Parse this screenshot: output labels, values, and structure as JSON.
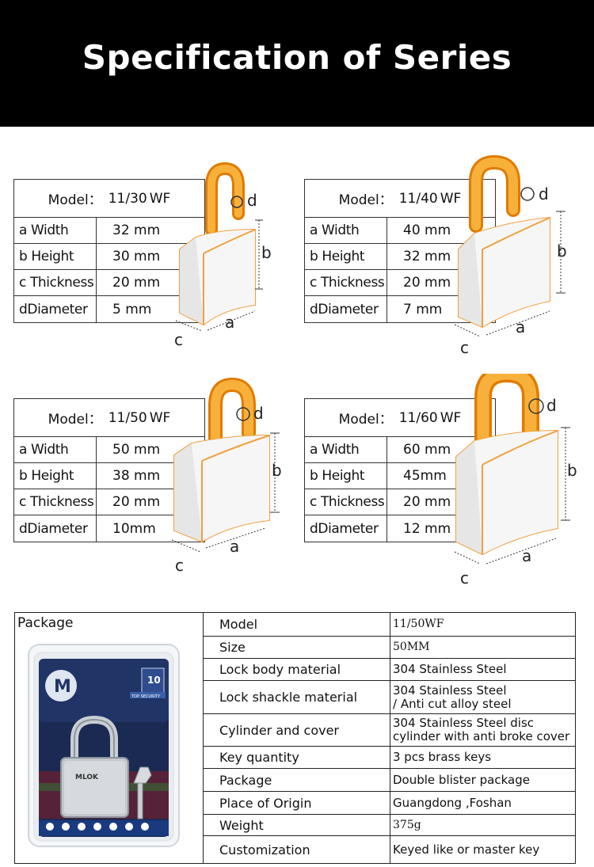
{
  "header": {
    "title": "Specification of Series"
  },
  "colors": {
    "shackle": "#f5a623",
    "shackle_dark": "#e07b00",
    "body_edge": "#f0a040",
    "banner": "#000000"
  },
  "dim_labels": {
    "a": "a",
    "b": "b",
    "c": "c",
    "d": "d"
  },
  "models": [
    {
      "model_label": "Model：",
      "model": "11/30",
      "suffix": "WF",
      "rows": [
        {
          "key": "a  Width",
          "value": "32 mm"
        },
        {
          "key": "b Height",
          "value": "30 mm"
        },
        {
          "key": "c Thickness",
          "value": "20 mm"
        },
        {
          "key": "dDiameter",
          "value": "5 mm"
        }
      ]
    },
    {
      "model_label": "Model：",
      "model": "11/40",
      "suffix": "WF",
      "rows": [
        {
          "key": "a  Width",
          "value": "40 mm"
        },
        {
          "key": "b Height",
          "value": "32 mm"
        },
        {
          "key": "c Thickness",
          "value": "20 mm"
        },
        {
          "key": "dDiameter",
          "value": "7 mm"
        }
      ]
    },
    {
      "model_label": "Model：",
      "model": "11/50",
      "suffix": "WF",
      "rows": [
        {
          "key": "a  Width",
          "value": "50 mm"
        },
        {
          "key": "b Height",
          "value": "38 mm"
        },
        {
          "key": "c Thickness",
          "value": "20 mm"
        },
        {
          "key": "dDiameter",
          "value": "10mm"
        }
      ]
    },
    {
      "model_label": "Model：",
      "model": "11/60",
      "suffix": "WF",
      "rows": [
        {
          "key": "a  Width",
          "value": "60 mm"
        },
        {
          "key": "b Height",
          "value": "45mm"
        },
        {
          "key": "c Thickness",
          "value": "20 mm"
        },
        {
          "key": "dDiameter",
          "value": "12 mm"
        }
      ]
    }
  ],
  "package": {
    "label": "Package",
    "rows": [
      {
        "key": "Model",
        "value": [
          "11/50WF"
        ]
      },
      {
        "key": "Size",
        "value": [
          "50MM"
        ]
      },
      {
        "key": "Lock body material",
        "value": [
          "304 Stainless Steel"
        ]
      },
      {
        "key": "Lock shackle material",
        "value": [
          "304 Stainless Steel",
          "/ Anti cut alloy steel"
        ]
      },
      {
        "key": "Cylinder and cover",
        "value": [
          "304 Stainless Steel disc",
          "cylinder with anti broke cover"
        ]
      },
      {
        "key": "Key quantity",
        "value": [
          "3 pcs brass keys"
        ]
      },
      {
        "key": "Package",
        "value": [
          "Double blister package"
        ]
      },
      {
        "key": "Place of Origin",
        "value": [
          "Guangdong ,Foshan"
        ]
      },
      {
        "key": "Weight",
        "value": [
          "375g"
        ]
      },
      {
        "key": "Customization",
        "value": [
          "Keyed like or master key"
        ]
      }
    ],
    "photo": {
      "brand_text": "MLOK",
      "badge_text": "10",
      "badge_sub": "TOP SECURITY"
    }
  }
}
